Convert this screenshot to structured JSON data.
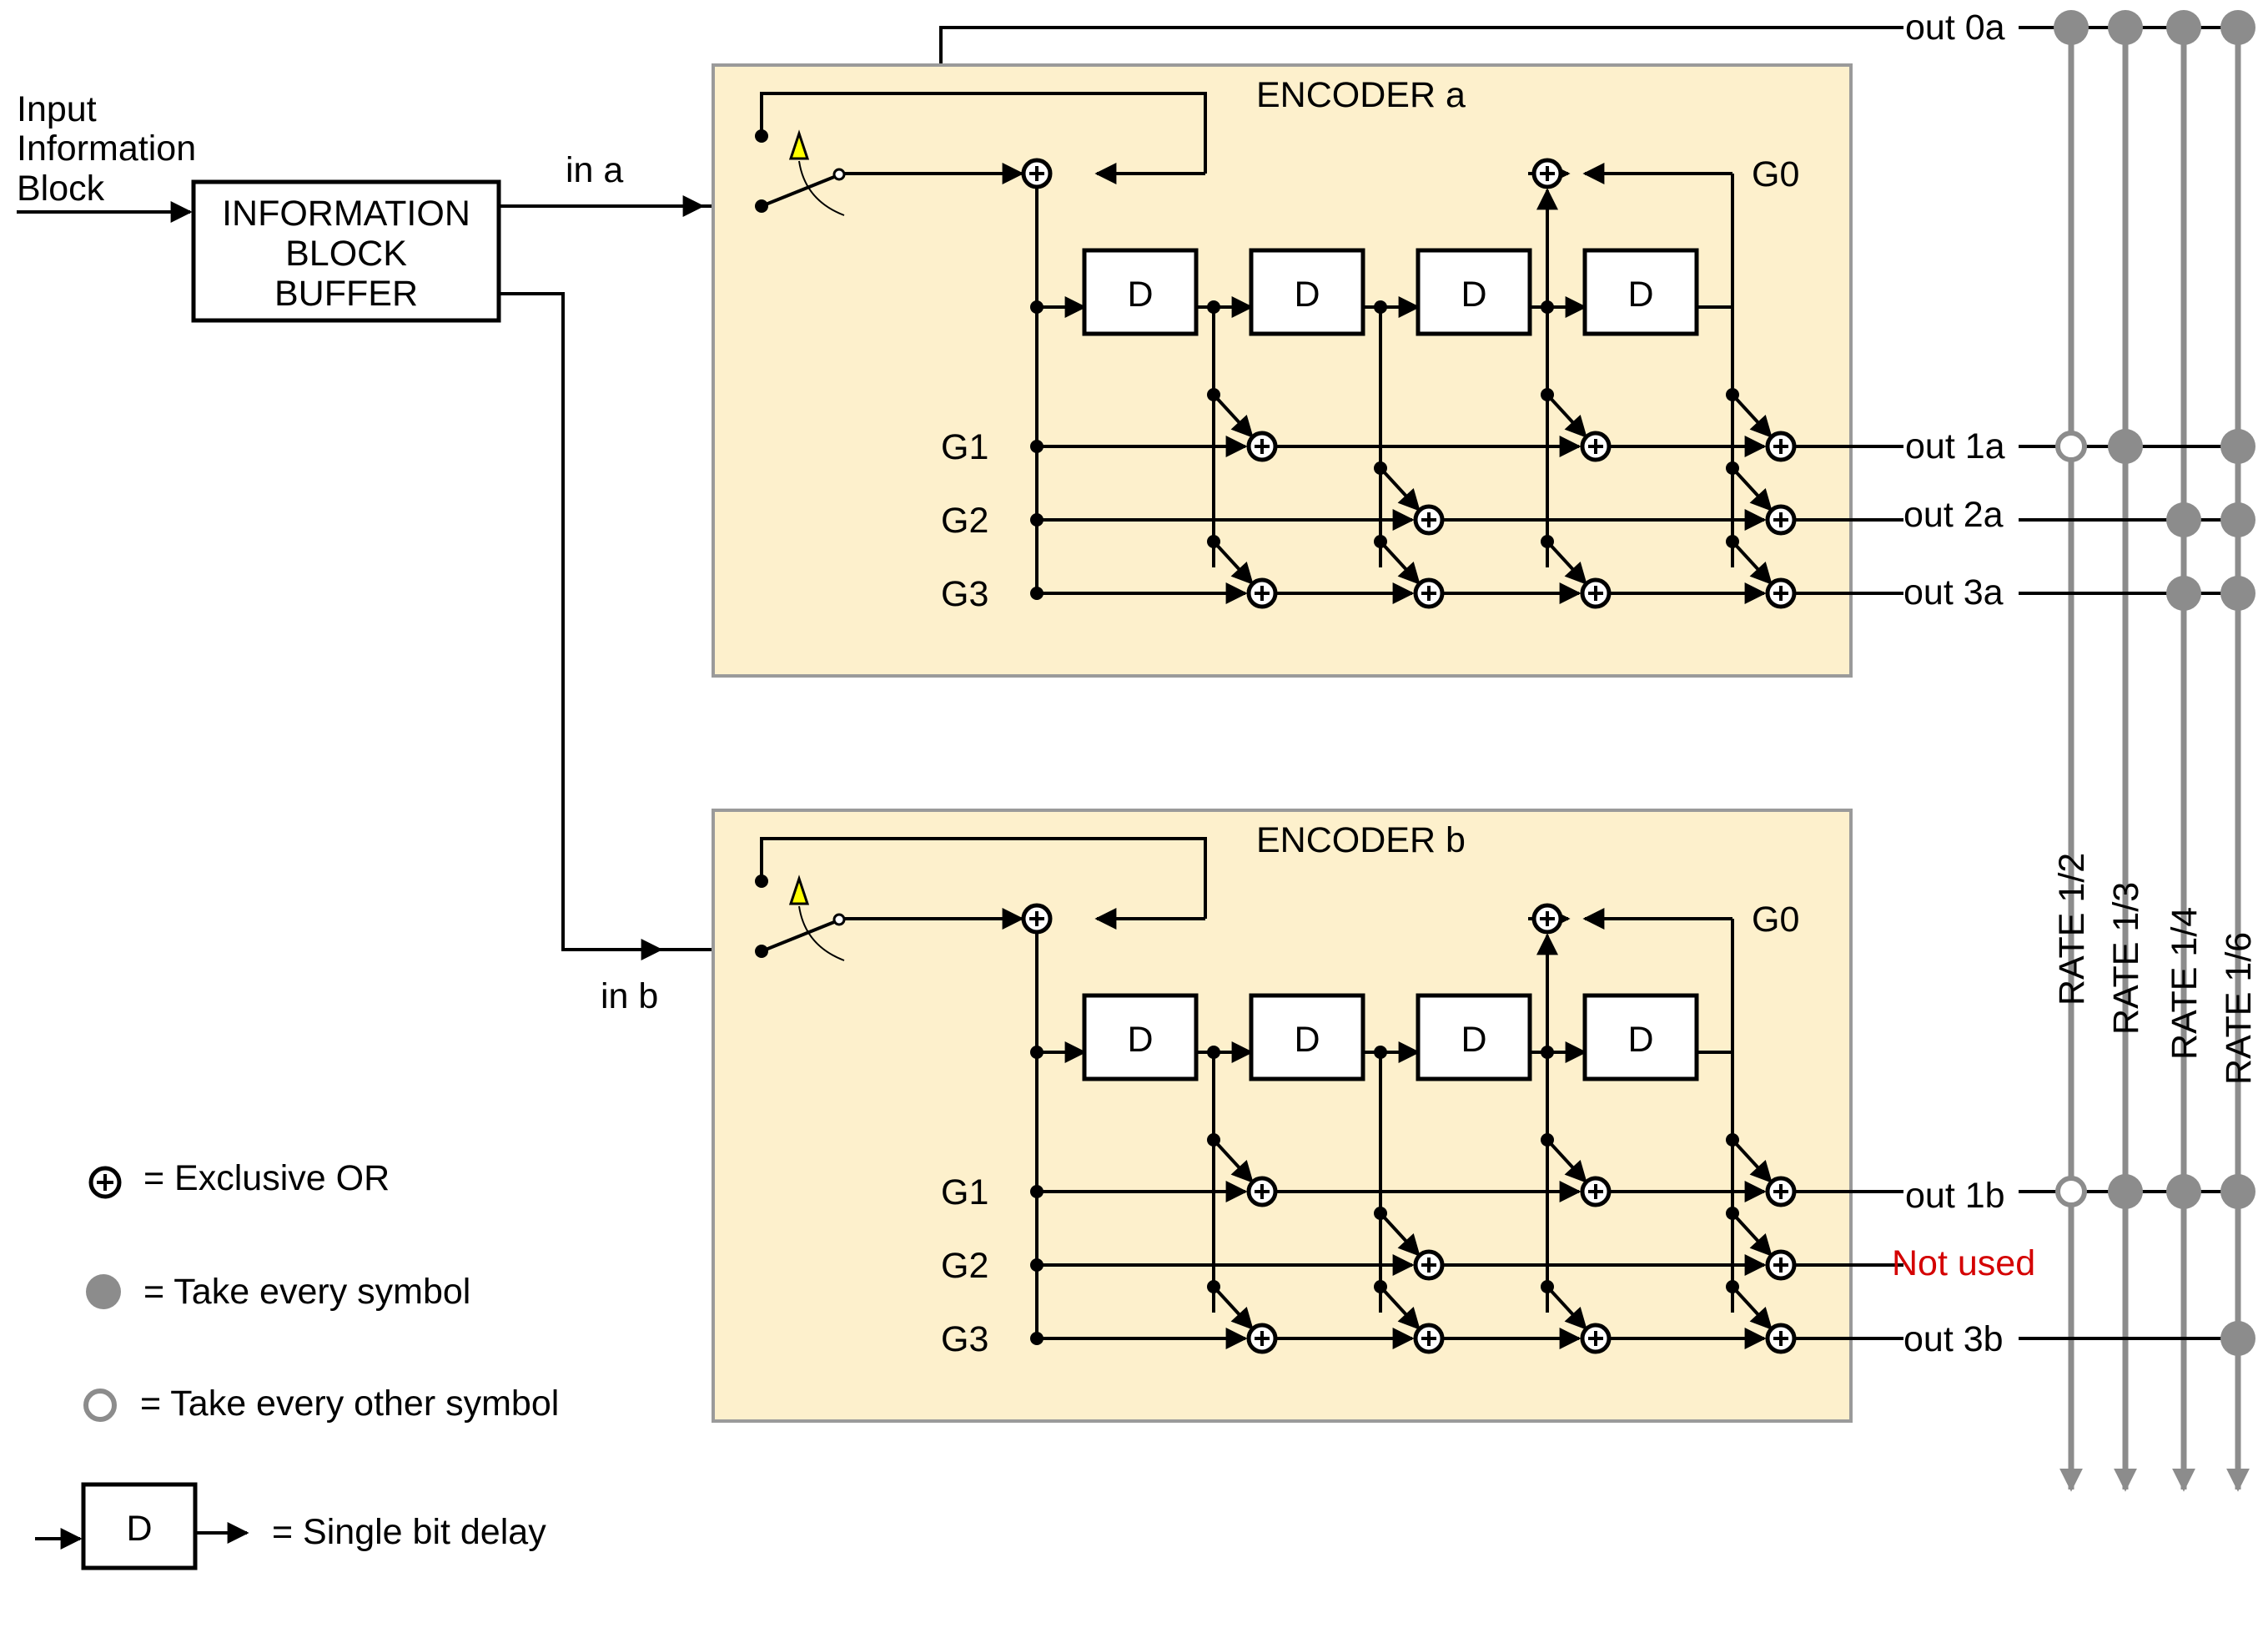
{
  "input_label": [
    "Input",
    "Information",
    "Block"
  ],
  "buffer_label": [
    "INFORMATION",
    "BLOCK",
    "BUFFER"
  ],
  "in_a": "in a",
  "in_b": "in b",
  "encoder_a": {
    "title": "ENCODER a",
    "g0": "G0",
    "g1": "G1",
    "g2": "G2",
    "g3": "G3",
    "delay": "D",
    "outputs": [
      "out 0a",
      "out 1a",
      "out 2a",
      "out 3a"
    ]
  },
  "encoder_b": {
    "title": "ENCODER b",
    "g0": "G0",
    "g1": "G1",
    "g2": "G2",
    "g3": "G3",
    "delay": "D",
    "outputs": [
      "out 1b",
      "Not used",
      "out 3b"
    ]
  },
  "rates": [
    "RATE 1/2",
    "RATE 1/3",
    "RATE 1/4",
    "RATE 1/6"
  ],
  "legend": {
    "xor": "= Exclusive OR",
    "every": "= Take every  symbol",
    "every_other": "= Take every other symbol",
    "delay_box": "D",
    "delay": "= Single bit delay"
  },
  "colors": {
    "encoder_fill": "#fdf0cc",
    "rate_bus": "#8c8c8c",
    "not_used": "#d40000",
    "switch_indicator": "#ffff00"
  }
}
